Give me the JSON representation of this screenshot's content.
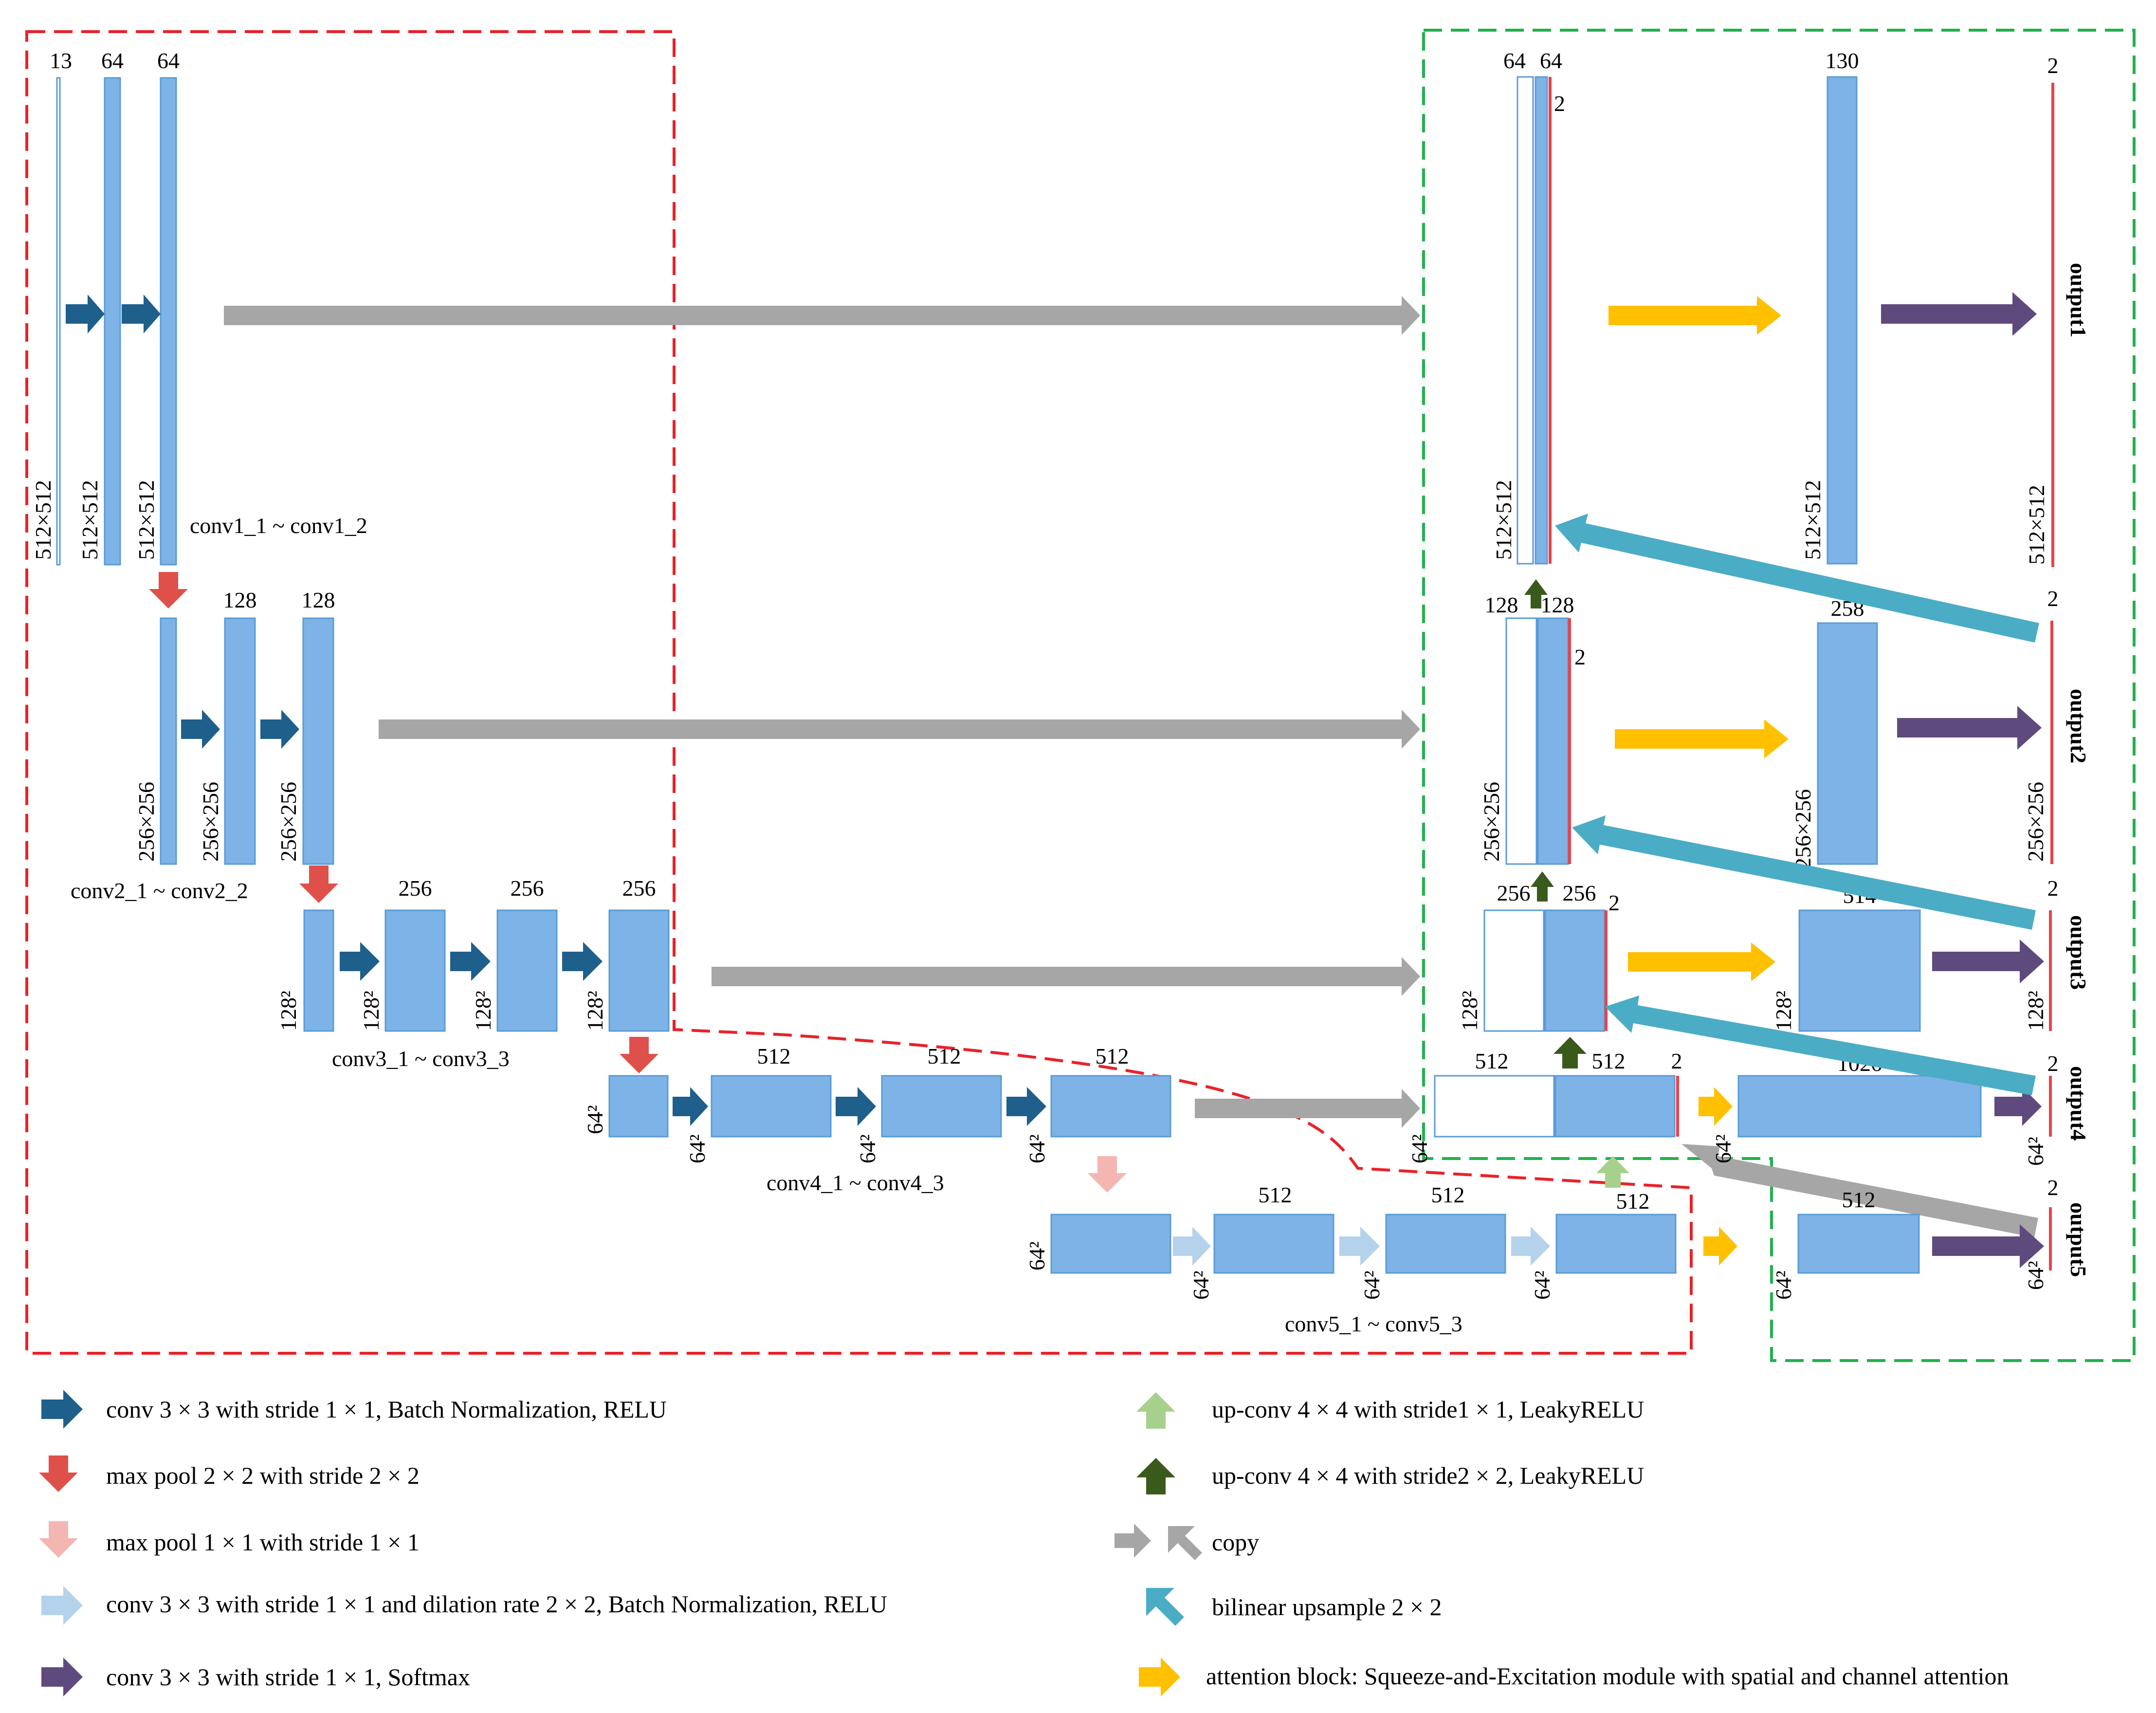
{
  "colors": {
    "block": "#7DB3E6",
    "block_stroke": "#5B9BD5",
    "output_line": "#E8434A",
    "conv": "#1F5F8B",
    "maxpool": "#E0504A",
    "maxpool_light": "#F4B6B0",
    "dilated": "#B4D2EC",
    "softmax": "#5F4A7E",
    "upconv_light": "#A8D08D",
    "upconv_dark": "#3A5A1C",
    "copy": "#A6A6A6",
    "bilinear": "#4BACC6",
    "attention": "#FFC000",
    "encoder_box": "#E8232A",
    "decoder_box": "#22B14C"
  },
  "encoder": {
    "stage1": {
      "channels": [
        "13",
        "64",
        "64"
      ],
      "dims": [
        "512×512",
        "512×512",
        "512×512"
      ],
      "caption": "conv1_1 ~ conv1_2"
    },
    "stage2": {
      "channels": [
        "128",
        "128"
      ],
      "dims": [
        "256×256",
        "256×256",
        "256×256"
      ],
      "caption": "conv2_1 ~ conv2_2"
    },
    "stage3": {
      "channels": [
        "256",
        "256",
        "256"
      ],
      "dims": [
        "128²",
        "128²",
        "128²",
        "128²"
      ],
      "caption": "conv3_1 ~ conv3_3"
    },
    "stage4": {
      "channels": [
        "512",
        "512",
        "512"
      ],
      "dims": [
        "64²",
        "64²",
        "64²",
        "64²"
      ],
      "caption": "conv4_1 ~ conv4_3"
    },
    "stage5": {
      "channels": [
        "512",
        "512",
        "512"
      ],
      "dims": [
        "64²",
        "64²",
        "64²",
        "64²"
      ],
      "caption": "conv5_1 ~ conv5_3"
    }
  },
  "decoder": {
    "level1": {
      "concat_channels": [
        "64",
        "64"
      ],
      "side_channels": "2",
      "concat_dim": "512×512",
      "att_channels": "130",
      "att_dim": "512×512",
      "out_channels": "2",
      "out_dim": "512×512",
      "output_label": "output1"
    },
    "level2": {
      "concat_channels": [
        "128",
        "128"
      ],
      "side_channels": "2",
      "concat_dim": "256×256",
      "att_channels": "258",
      "att_dim": "256×256",
      "out_channels": "2",
      "out_dim": "256×256",
      "output_label": "output2"
    },
    "level3": {
      "concat_channels": [
        "256",
        "256"
      ],
      "side_channels": "2",
      "concat_dim": "128²",
      "att_channels": "514",
      "att_dim": "128²",
      "out_channels": "2",
      "out_dim": "128²",
      "output_label": "output3"
    },
    "level4": {
      "concat_channels": [
        "512",
        "512"
      ],
      "side_channels": "2",
      "concat_dim": "64²",
      "att_channels": "1026",
      "att_dim": "64²",
      "out_channels": "2",
      "out_dim": "64²",
      "output_label": "output4"
    },
    "level5": {
      "att_channels": "512",
      "att_dim": "64²",
      "out_channels": "2",
      "out_dim": "64²",
      "output_label": "output5"
    }
  },
  "legend": [
    {
      "icon": "conv-arrow-icon",
      "text": "conv 3 × 3 with stride 1 × 1, Batch Normalization, RELU"
    },
    {
      "icon": "maxpool-arrow-icon",
      "text": "max pool 2 × 2 with stride 2 × 2"
    },
    {
      "icon": "maxpool-light-arrow-icon",
      "text": "max pool 1 × 1 with stride 1 × 1"
    },
    {
      "icon": "dilated-conv-arrow-icon",
      "text": "conv 3 × 3 with stride 1 × 1 and dilation rate 2 × 2, Batch Normalization, RELU"
    },
    {
      "icon": "softmax-arrow-icon",
      "text": "conv 3 × 3 with stride 1 × 1, Softmax"
    },
    {
      "icon": "upconv-light-arrow-icon",
      "text": "up-conv 4 × 4 with stride1 × 1, LeakyRELU"
    },
    {
      "icon": "upconv-dark-arrow-icon",
      "text": "up-conv 4 × 4 with stride2 × 2, LeakyRELU"
    },
    {
      "icon": "copy-arrow-icon",
      "text": "copy"
    },
    {
      "icon": "bilinear-arrow-icon",
      "text": "bilinear upsample 2 × 2"
    },
    {
      "icon": "attention-arrow-icon",
      "text": "attention block: Squeeze-and-Excitation module with spatial and channel attention"
    }
  ]
}
